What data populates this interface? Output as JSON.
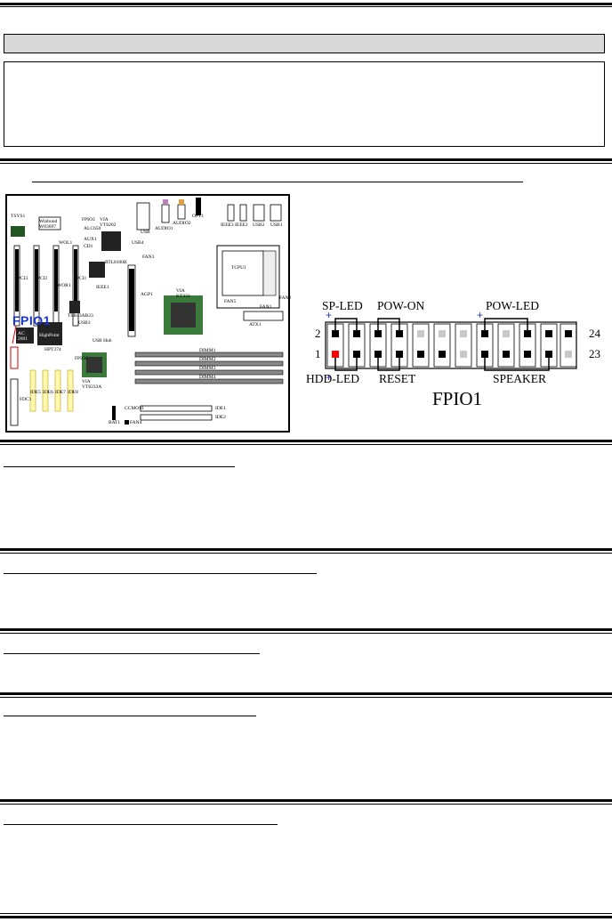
{
  "board": {
    "callout": "FPIO1",
    "labels": {
      "tsys1": "TSYS1",
      "winbond": "Winbond W83697",
      "fpio3": "FPIO3",
      "via_vt6202": "VIA VT6202",
      "alc650": "ALC650",
      "aux1": "AUX1",
      "cd1": "CD1",
      "usb4": "USB4",
      "usb": "USB",
      "audio1": "AUDIO1",
      "audio2": "AUDIO2",
      "opt1": "OPT1",
      "ieee3": "IEEE3",
      "ieee2": "IEEE2",
      "usb2": "USB2",
      "usb1": "USB1",
      "wol1": "WOL1",
      "pci3": "PCI3",
      "pci2": "PCI2",
      "pci1": "PCI1",
      "wor1": "WOR1",
      "rtl8100b": "RTL8100B",
      "fan3": "FAN3",
      "ieee1": "IEEE1",
      "tcpu1": "TCPU1",
      "agp1": "AGP1",
      "via_kt333": "VIA KT333",
      "fan2": "FAN2",
      "fan5": "FAN5",
      "fan1": "FAN1",
      "atx1": "ATX1",
      "tsb43ab23": "TSB43AB23",
      "usb3": "USB3",
      "ac2001": "AC 2001",
      "hpt374": "HPT374",
      "highpoint": "HighPoint",
      "usb_hub": "USB Hub",
      "dimm1": "DIMM1",
      "dimm2": "DIMM2",
      "dimm3": "DIMM3",
      "dimm4": "DIMM4",
      "fpio1": "FPIO1",
      "fpio2": "FPIO2",
      "via_vt8233a": "VIA VT8233A",
      "ide5": "IDE5",
      "ide6": "IDE6",
      "ide7": "IDE7",
      "ide8": "IDE8",
      "fdc1": "FDC1",
      "bat1": "BAT1",
      "cmos": "CCMOS1",
      "fan4": "FAN4",
      "ide1": "IDE1",
      "ide2": "IDE2"
    }
  },
  "header_diagram": {
    "title": "FPIO1",
    "labels": {
      "sp_led": "SP-LED",
      "pow_on": "POW-ON",
      "pow_led": "POW-LED",
      "hdd_led": "HDD-LED",
      "reset": "RESET",
      "speaker": "SPEAKER"
    },
    "pin_numbers": {
      "top_left": "2",
      "bottom_left": "1",
      "top_right": "24",
      "bottom_right": "23"
    },
    "colors": {
      "pin_active": "#000000",
      "pin_inactive": "#c8c8c8",
      "pin1_marker": "#ff0000",
      "plus_marker": "#1a33cc"
    }
  }
}
